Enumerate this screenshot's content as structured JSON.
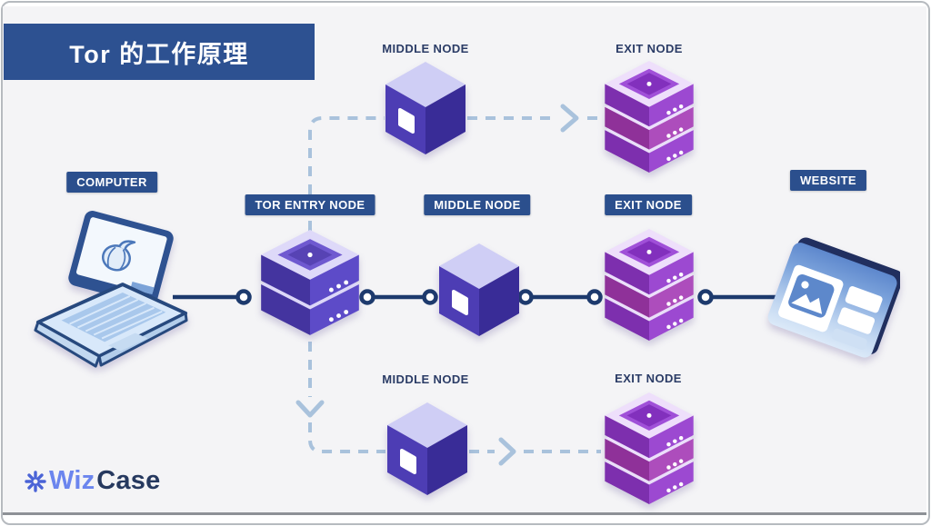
{
  "title": {
    "text": "Tor 的工作原理"
  },
  "labels": {
    "computer": "COMPUTER",
    "tor_entry_node": "TOR ENTRY NODE",
    "middle_node_center": "MIDDLE NODE",
    "exit_node_center": "EXIT NODE",
    "website": "WEBSITE",
    "middle_node_top": "MIDDLE NODE",
    "exit_node_top": "EXIT NODE",
    "middle_node_bottom": "MIDDLE NODE",
    "exit_node_bottom": "EXIT NODE"
  },
  "logo": {
    "word_part1": "Wiz",
    "word_part2": "Case",
    "icon": "asterisk-flower-icon"
  },
  "flow": {
    "main_path": [
      "COMPUTER",
      "TOR ENTRY NODE",
      "MIDDLE NODE",
      "EXIT NODE",
      "WEBSITE"
    ],
    "alternate_path_top": [
      "TOR ENTRY NODE",
      "MIDDLE NODE",
      "EXIT NODE"
    ],
    "alternate_path_bottom": [
      "TOR ENTRY NODE",
      "MIDDLE NODE",
      "EXIT NODE"
    ]
  },
  "colors": {
    "banner_bg": "#2d5191",
    "label_box_bg": "#2b4f8d",
    "plain_label_text": "#2b3c66",
    "solid_line": "#1d3a6d",
    "dashed_line": "#a9c2dc",
    "cube_indigo": "#4d3db4",
    "entry_stack_indigo": "#5d4bc8",
    "exit_stack_purple": "#9c49d1",
    "exit_stack_magenta": "#ad4dbc",
    "canvas_bg": "#f4f4f6",
    "logo_wiz": "#6b85ee",
    "logo_case": "#26395f",
    "logo_icon": "#4a63d6"
  }
}
